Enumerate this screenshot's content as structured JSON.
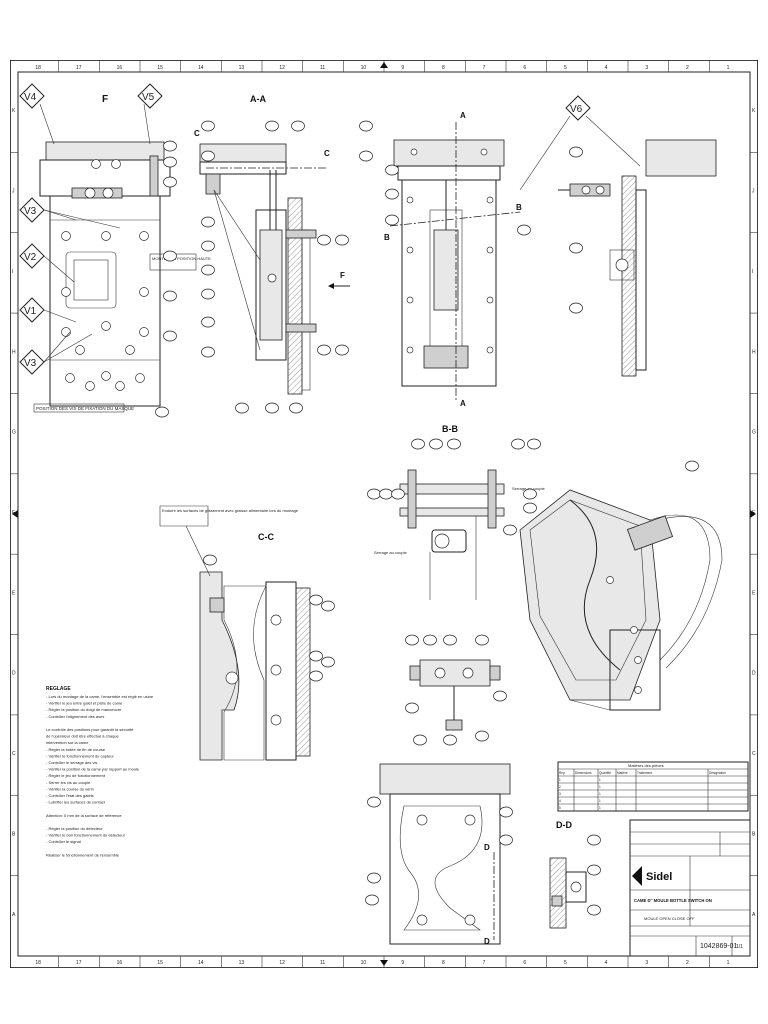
{
  "border": {
    "col_labels": [
      "18",
      "17",
      "16",
      "15",
      "14",
      "13",
      "12",
      "11",
      "10",
      "9",
      "8",
      "7",
      "6",
      "5",
      "4",
      "3",
      "2",
      "1"
    ],
    "row_labels": [
      "K",
      "J",
      "I",
      "H",
      "G",
      "F",
      "E",
      "D",
      "C",
      "B",
      "A"
    ]
  },
  "views": {
    "view_f": {
      "label": "F"
    },
    "view_aa": {
      "label": "A-A"
    },
    "view_bb": {
      "label": "B-B"
    },
    "view_cc": {
      "label": "C-C"
    },
    "view_dd": {
      "label": "D-D"
    }
  },
  "callouts": {
    "v4": "V4",
    "v5": "V5",
    "v3a": "V3",
    "v2": "V2",
    "v1": "V1",
    "v3b": "V3",
    "v6": "V6"
  },
  "section_marks": {
    "a_top": "A",
    "a_bottom": "A",
    "b_left": "B",
    "b_right": "B",
    "c_left": "C",
    "c_right": "C",
    "f_arrow": "F",
    "d_top": "D",
    "d_bottom": "D"
  },
  "notes": {
    "front_note": "POSITION DES VIS DE FIXATION DU MASQUE",
    "mark_note": "MONTER EN POSITION HAUTE",
    "cc_note": "Enduire les surfaces de glissement avec graisse alimentaire lors du montage",
    "bb_note_1": "Serrage au couple",
    "bb_note_2": "Serrage au couple",
    "reglage_heading": "REGLAGE",
    "reglage_lines": [
      "- Lors du montage de la came, l'ensemble est réglé en usine",
      "- Vérifier le jeu entre galet et piste de came",
      "- Régler la position du doigt de manoeuvre",
      "- Contrôler l'alignement des axes",
      "",
      "Le contrôle des positions pour garantir la sécurité",
      "de l'opérateur doit être effectué à chaque",
      "intervention sur la came",
      "- Régler la butée de fin de course",
      "- Vérifier le fonctionnement du capteur",
      "- Contrôler le serrage des vis",
      "- Vérifier la position de la came par rapport au moule",
      "- Régler le jeu de fonctionnement",
      "- Serrer les vis au couple",
      "- Vérifier la course du vérin",
      "- Contrôler l'état des galets",
      "- Lubrifier les surfaces de contact",
      "",
      "Attention: 0 mm de la surface de référence",
      "",
      "- Régler la position du détecteur",
      "- Vérifier le bon fonctionnement du détecteur",
      "- Contrôler le signal",
      "",
      "Réaliser le fonctionnement de l'ensemble"
    ]
  },
  "parts_table": {
    "title": "Matières des pièces",
    "headers": [
      "Rep",
      "Dimensions",
      "Quantité",
      "Matière",
      "Traitement",
      "Désignation"
    ],
    "rows": [
      [
        "1",
        "",
        "1",
        "",
        "",
        ""
      ],
      [
        "2",
        "",
        "1",
        "",
        "",
        ""
      ],
      [
        "3",
        "",
        "1",
        "",
        "",
        ""
      ],
      [
        "4",
        "",
        "1",
        "",
        "",
        ""
      ],
      [
        "5",
        "",
        "1",
        "",
        "",
        ""
      ]
    ]
  },
  "title_block": {
    "company": "Sidel",
    "title": "CAME D'' MOULE BOTTLE SWITCH ON",
    "subtitle": "MOULE OPEN CLOSE OFF",
    "drawing_number": "1042869-01",
    "sheet": "1/1"
  },
  "colors": {
    "line": "#222222",
    "background": "#ffffff",
    "hatch": "#555555"
  }
}
